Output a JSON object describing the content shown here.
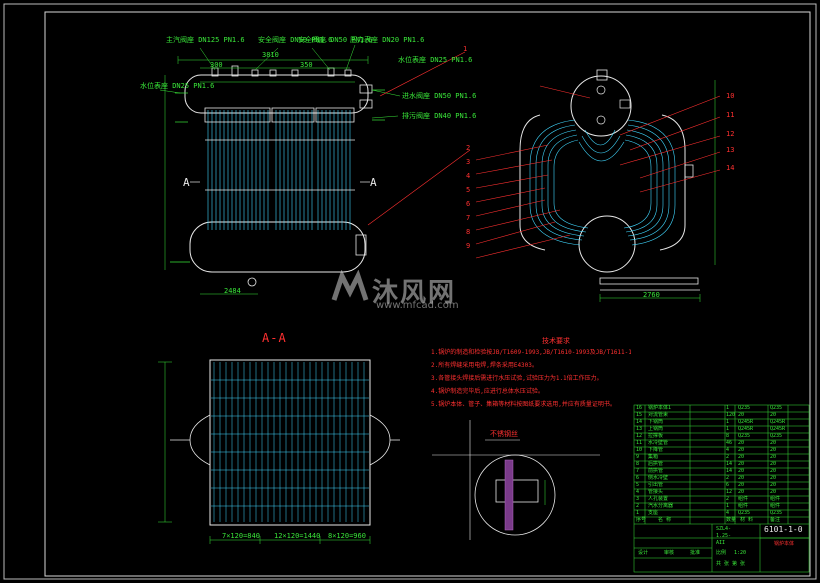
{
  "drawing": {
    "number": "6101-1-0",
    "title": "锅炉本体",
    "model": "SZL4-1.25-AII",
    "section_label": "A-A",
    "section_mark_a": "A",
    "tech_notes_title": "技术要求",
    "tech_notes": [
      "1.锅炉的制造和检验按JB/T1609-1993,JB/T1610-1993及JB/T1611-1993执行。",
      "2.所有焊缝采用电焊,焊条采用E4303。",
      "3.各管接头焊接后需进行水压试验,试验压力为1.1倍工作压力。",
      "4.锅炉制造完毕后,应进行总体水压试验。",
      "5.锅炉本体、管子、集箱等材料按图纸要求选用,并应有质量证明书。"
    ],
    "detail_label": "不锈钢丝"
  },
  "callouts": [
    "1",
    "2",
    "3",
    "4",
    "5",
    "6",
    "7",
    "8",
    "9",
    "10",
    "11",
    "12",
    "13",
    "14"
  ],
  "nozzle_labels": [
    "主汽阀座 DN125 PN1.6",
    "安全阀座 DN50 PN1.6",
    "安全阀座 DN50 PN1.6",
    "压力表座 DN20 PN1.6",
    "水位表座 DN25 PN1.6",
    "进水阀座 DN50 PN1.6",
    "排污阀座 DN40 PN1.6",
    "水位表座 DN25 PN1.6"
  ],
  "dimensions": {
    "drum_length": "3810",
    "pitch_a": "300",
    "pitch_b": "350",
    "lower_len": "2484",
    "side_width": "2760",
    "bottom_1": "7×120=840",
    "bottom_2": "12×120=1440",
    "bottom_3": "8×120=960"
  },
  "title_block": {
    "rows": [
      [
        "16",
        "锅炉本体1",
        "1",
        "Q235",
        "Q235"
      ],
      [
        "15",
        "对流管束",
        "120",
        "20",
        "20"
      ],
      [
        "14",
        "下锅筒",
        "1",
        "Q245R",
        "Q245R"
      ],
      [
        "13",
        "上锅筒",
        "1",
        "Q245R",
        "Q245R"
      ],
      [
        "12",
        "拉撑板",
        "8",
        "Q235",
        "Q235"
      ],
      [
        "11",
        "水冷壁管",
        "46",
        "20",
        "20"
      ],
      [
        "10",
        "下降管",
        "4",
        "20",
        "20"
      ],
      [
        "9",
        "集箱",
        "2",
        "20",
        "20"
      ],
      [
        "8",
        "后拱管",
        "14",
        "20",
        "20"
      ],
      [
        "7",
        "前拱管",
        "14",
        "20",
        "20"
      ],
      [
        "6",
        "侧水冷壁",
        "2",
        "20",
        "20"
      ],
      [
        "5",
        "引出管",
        "6",
        "20",
        "20"
      ],
      [
        "4",
        "管接头",
        "12",
        "20",
        "20"
      ],
      [
        "3",
        "人孔装置",
        "2",
        "组件",
        "组件"
      ],
      [
        "2",
        "汽水分离器",
        "1",
        "组件",
        "组件"
      ],
      [
        "1",
        "支座",
        "4",
        "Q235",
        "Q235"
      ]
    ],
    "header": [
      "序号",
      "名 称",
      "数量",
      "材 料",
      "备注"
    ],
    "designer": "设计",
    "checker": "审核",
    "approver": "批准",
    "scale_label": "比例",
    "scale": "1:20",
    "sheet_label": "共 张 第 张"
  },
  "colors": {
    "background": "#000000",
    "frame": "#d8d8d8",
    "tubes": "#40d8ff",
    "drum": "#e8e8e8",
    "annotation": "#ff3030",
    "dimension": "#39e639"
  }
}
